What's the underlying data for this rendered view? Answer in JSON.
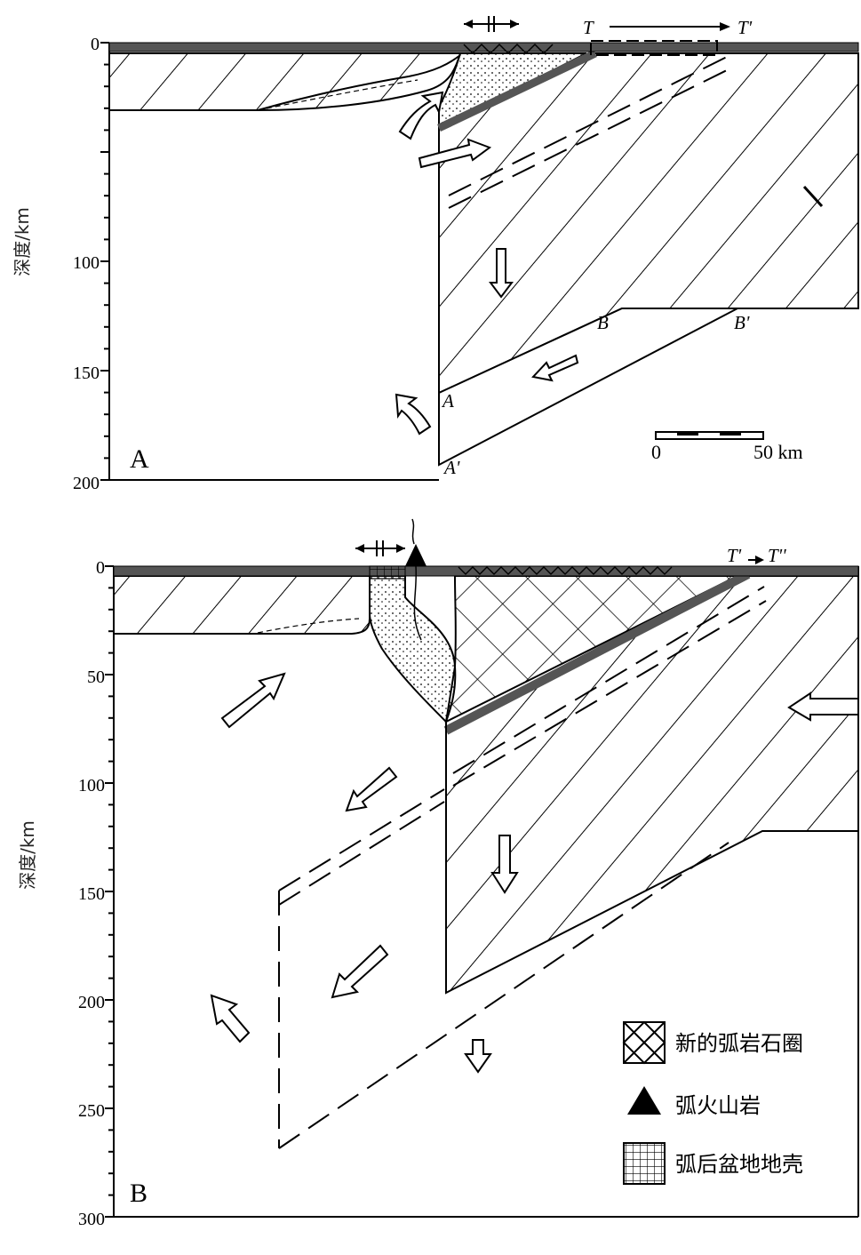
{
  "figure": {
    "panel_a": {
      "label": "A",
      "ylabel": "深度/km",
      "ticks": [
        "0",
        "100",
        "150",
        "200"
      ],
      "point_labels": [
        "T",
        "T'",
        "B",
        "B'",
        "A",
        "A'"
      ],
      "scale_bar": {
        "start": "0",
        "end": "50 km"
      }
    },
    "panel_b": {
      "label": "B",
      "ylabel": "深度/km",
      "ticks": [
        "0",
        "50",
        "100",
        "150",
        "200",
        "250",
        "300"
      ],
      "point_labels": [
        "T'",
        "T''"
      ]
    },
    "legend": [
      {
        "label": "新的弧岩石圈",
        "symbol": "cross-hatch-icon"
      },
      {
        "label": "弧火山岩",
        "symbol": "filled-triangle-icon"
      },
      {
        "label": "弧后盆地地壳",
        "symbol": "grid-icon"
      }
    ],
    "colors": {
      "line": "#000000",
      "crust": "#555555",
      "background": "#ffffff"
    }
  }
}
